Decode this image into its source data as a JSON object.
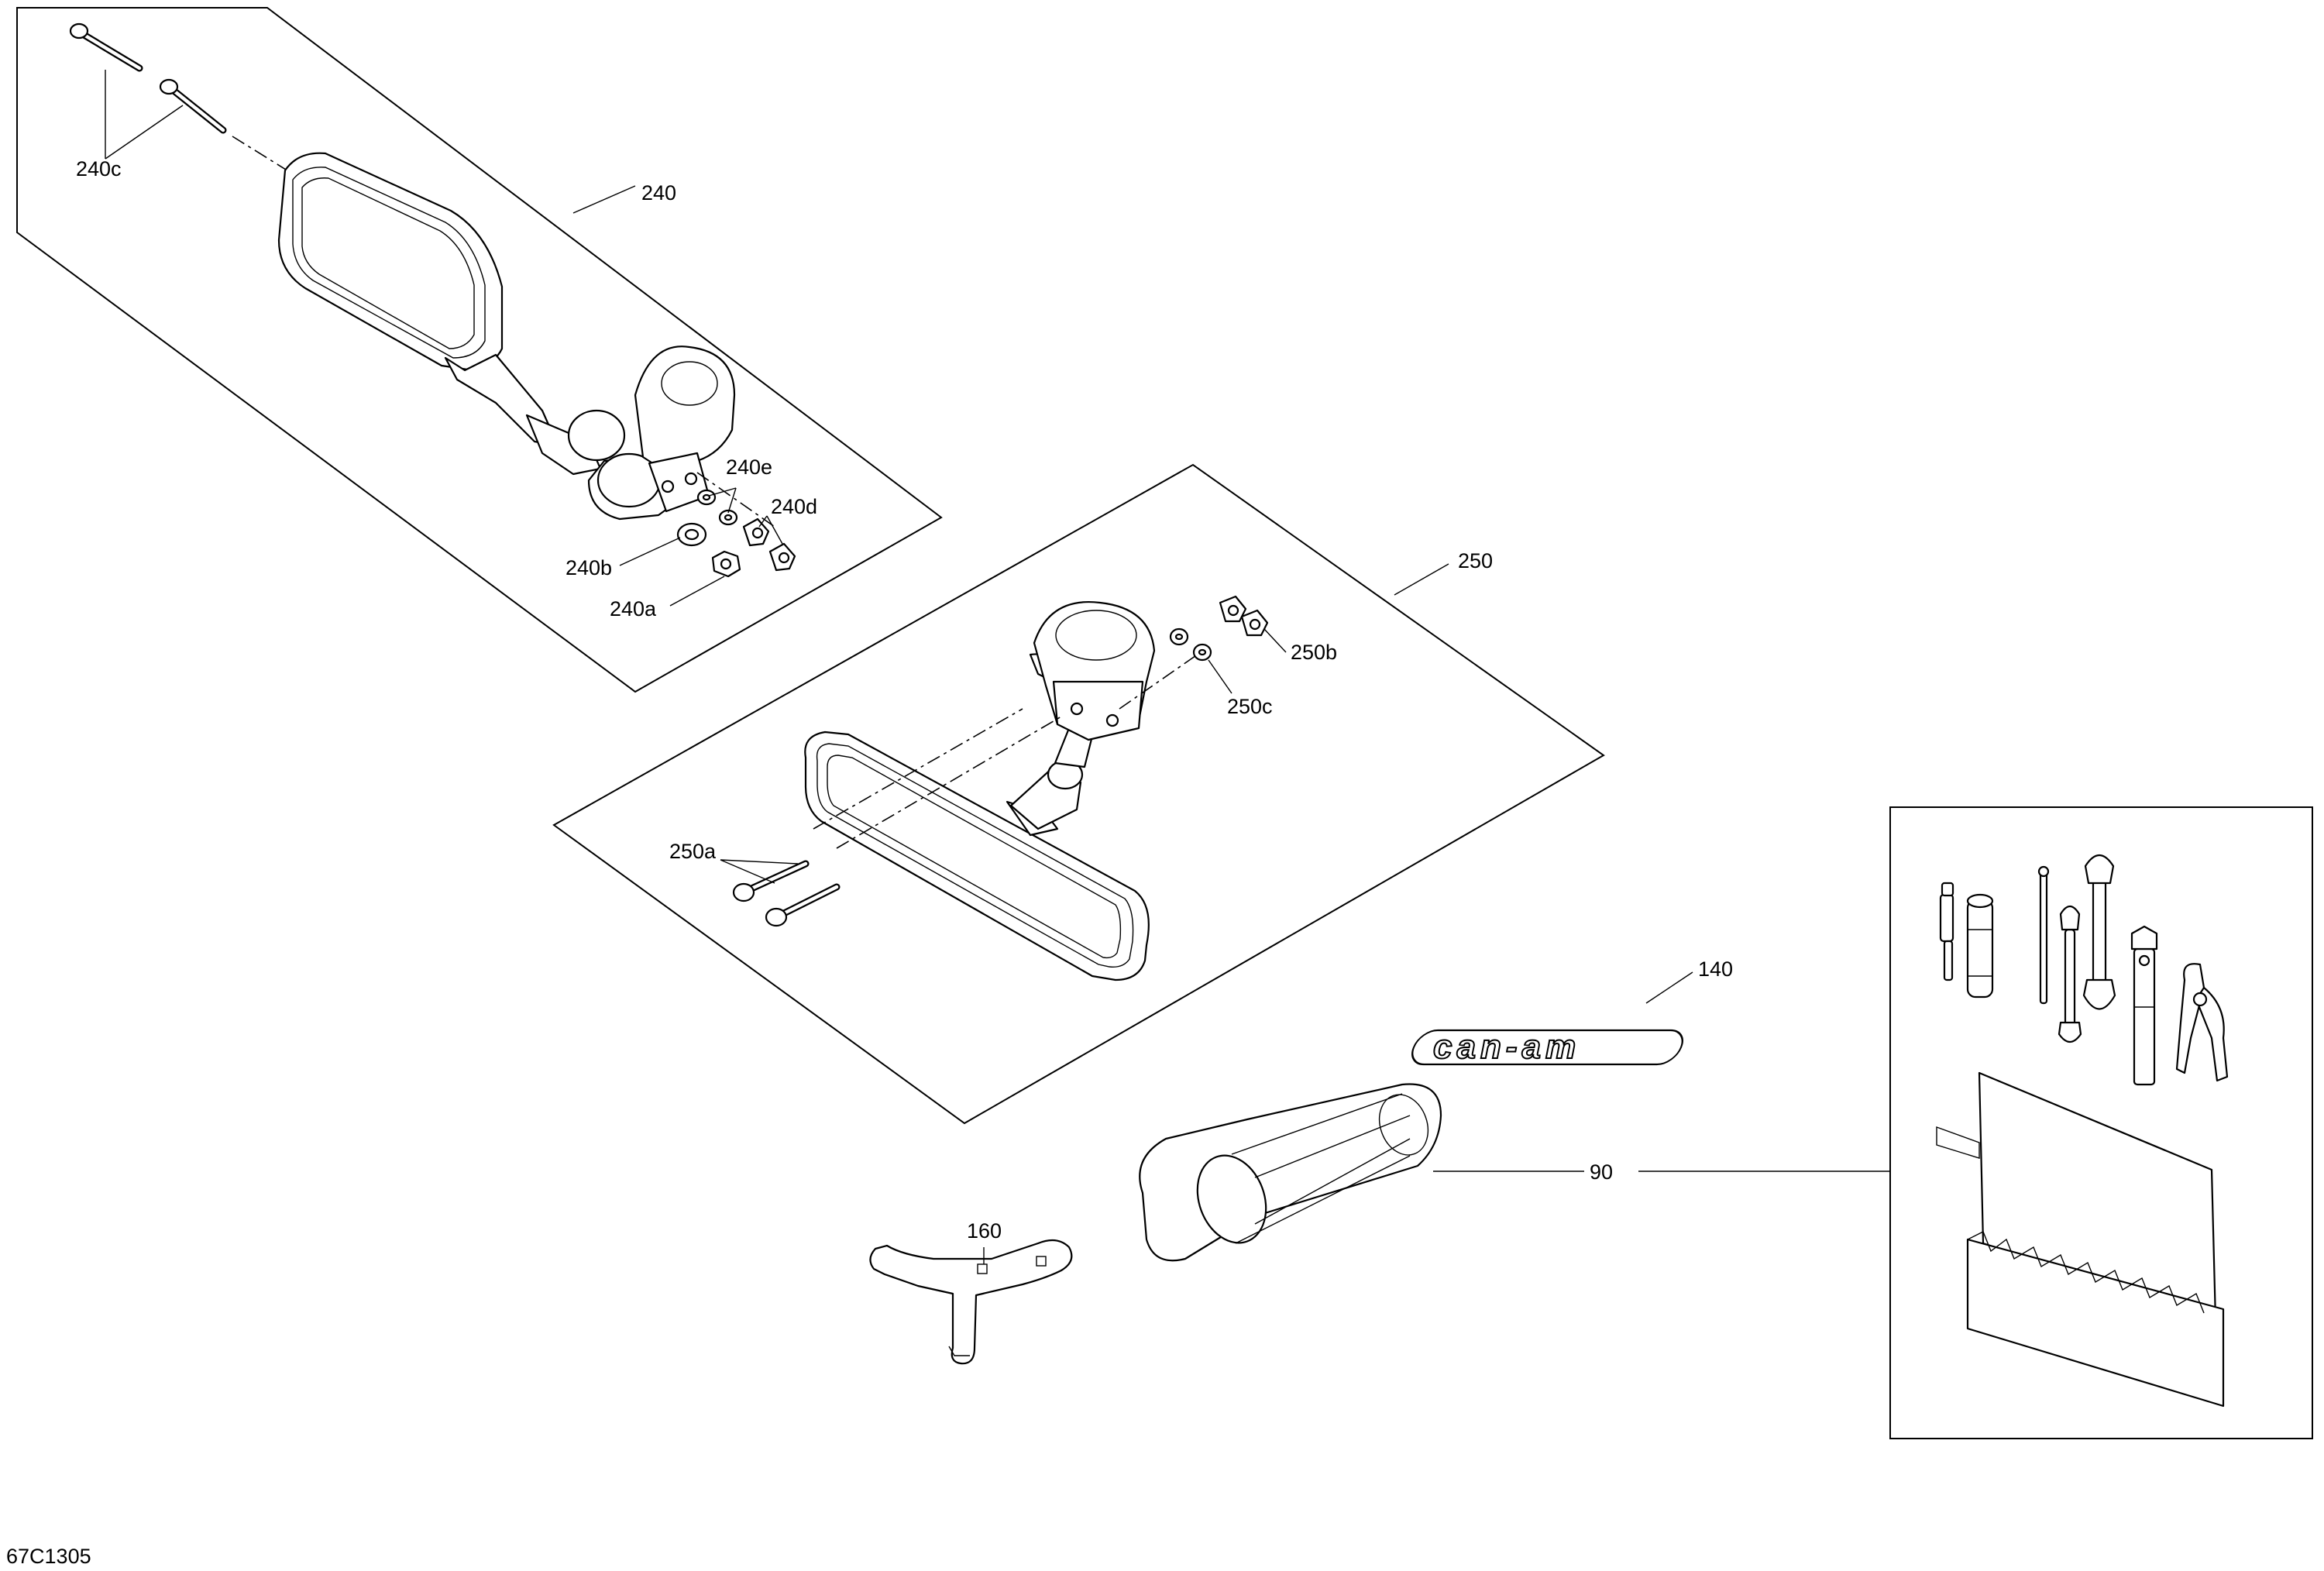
{
  "callouts": {
    "p240": "240",
    "p240a": "240a",
    "p240b": "240b",
    "p240c": "240c",
    "p240d": "240d",
    "p240e": "240e",
    "p250": "250",
    "p250a": "250a",
    "p250b": "250b",
    "p250c": "250c",
    "p140": "140",
    "p90": "90",
    "p160": "160"
  },
  "decal_text": "can-am",
  "drawing_code": "67C1305"
}
